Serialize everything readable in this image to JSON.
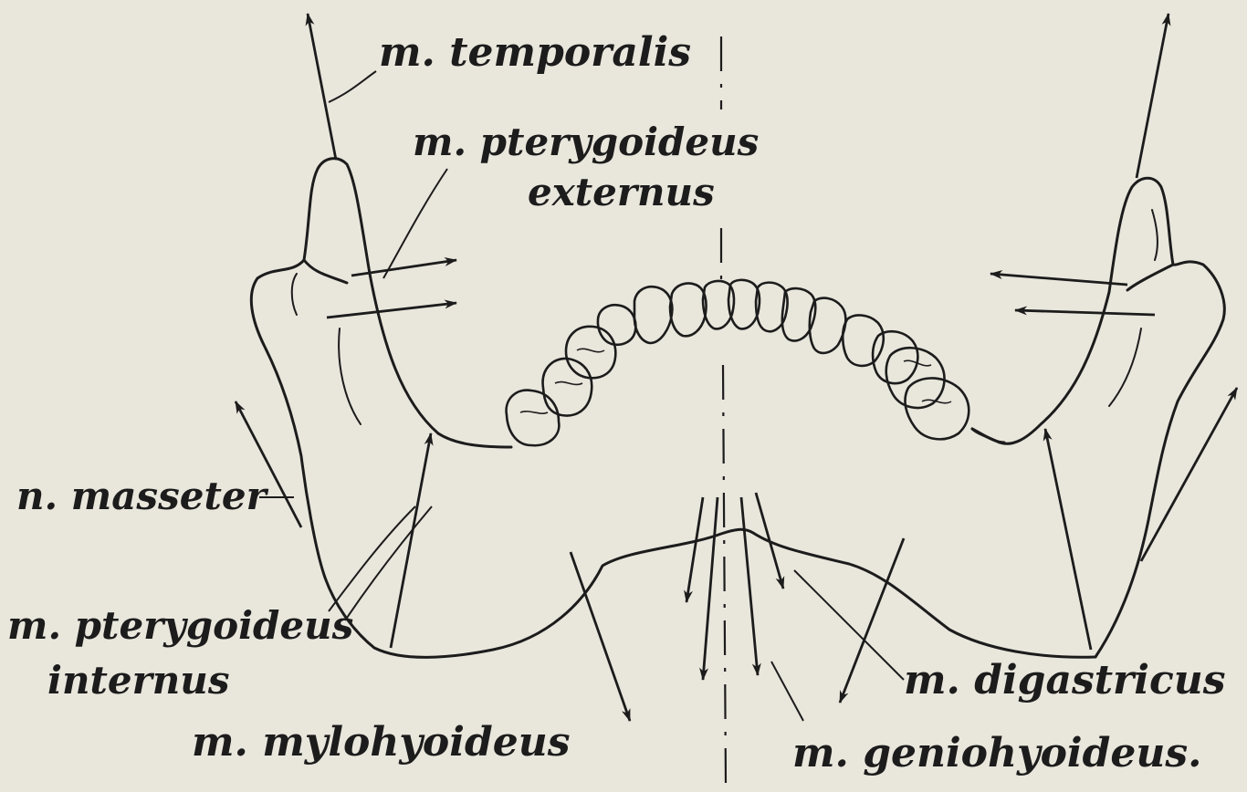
{
  "labels": {
    "temporalis": "m. temporalis",
    "pterygoideus_externus_1": "m. pterygoideus",
    "pterygoideus_externus_2": "externus",
    "masseter": "n. masseter",
    "pterygoideus_internus_1": "m. pterygoideus",
    "pterygoideus_internus_2": "internus",
    "mylohyoideus": "m. mylohyoideus",
    "digastricus": "m. digastricus",
    "geniohyoideus": "m. geniohyoideus."
  },
  "colors": {
    "paper": "#e9e6dc",
    "ink": "#1c1c1c"
  }
}
